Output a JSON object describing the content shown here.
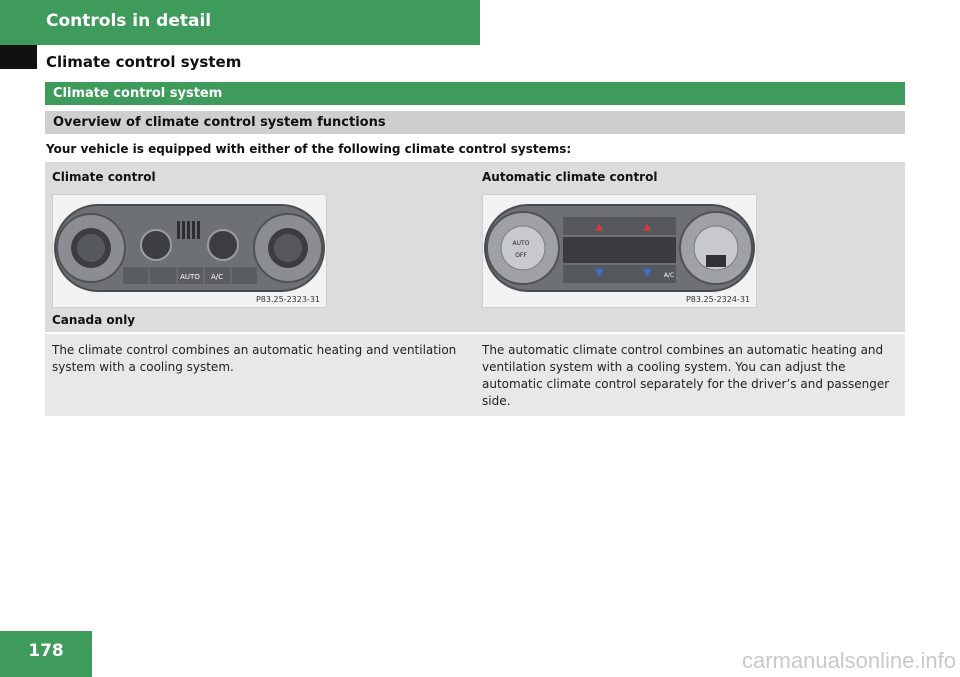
{
  "header": {
    "section": "Controls in detail",
    "page_title": "Climate control system"
  },
  "bars": {
    "section_bar": "Climate control system",
    "subsection_bar": "Overview of climate control system functions"
  },
  "intro": "Your vehicle is equipped with either of the following climate control systems:",
  "systems": [
    {
      "title": "Climate control",
      "figure_label": "P83.25-2323-31",
      "note": "Canada only",
      "panel_labels": {
        "auto": "AUTO",
        "ac": "A/C"
      },
      "description": "The climate control combines an automatic heating and ventilation system with a cooling system."
    },
    {
      "title": "Automatic climate control",
      "figure_label": "P83.25-2324-31",
      "panel_labels": {
        "auto": "AUTO",
        "off": "OFF",
        "ac": "A/C"
      },
      "description": "The automatic climate control combines an automatic heating and ventilation system with a cooling system. You can adjust the automatic climate control separately for the driver’s and passenger side."
    }
  ],
  "footer": {
    "page_number": "178",
    "watermark": "carmanualsonline.info"
  },
  "colors": {
    "accent_green": "#3f9b5c",
    "bar_grey": "#cfcfcf"
  }
}
